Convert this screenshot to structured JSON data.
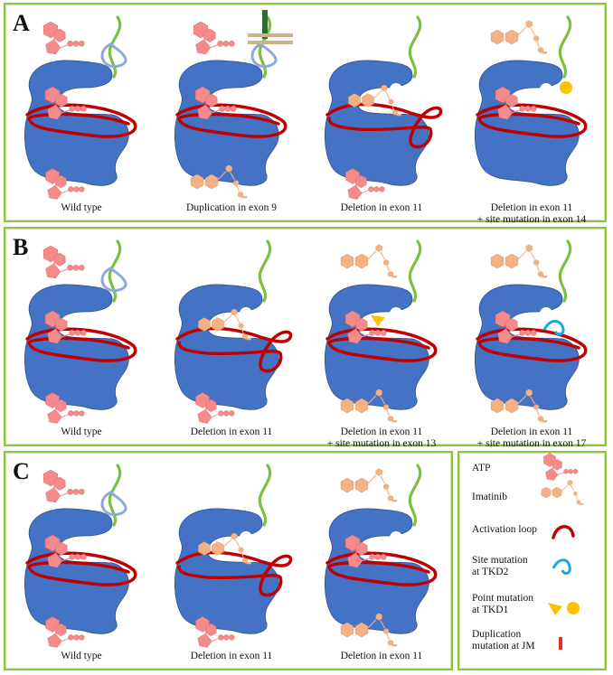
{
  "panels": {
    "A": {
      "letter": "A",
      "captions": [
        [
          "Wild type"
        ],
        [
          "Duplication in exon 9"
        ],
        [
          "Deletion in exon 11"
        ],
        [
          "Deletion in exon 11",
          "+ site mutation in exon 14"
        ]
      ]
    },
    "B": {
      "letter": "B",
      "captions": [
        [
          "Wild type"
        ],
        [
          "Deletion in exon 11"
        ],
        [
          "Deletion in exon 11",
          "+ site mutation in exon 13"
        ],
        [
          "Deletion in exon 11",
          "+ site mutation in exon 17"
        ]
      ]
    },
    "C": {
      "letter": "C",
      "captions": [
        [
          "Wild type"
        ],
        [
          "Deletion in exon 11"
        ],
        [
          "Deletion in exon 11"
        ]
      ]
    }
  },
  "legend": {
    "items": [
      [
        "ATP"
      ],
      [
        "Imatinib"
      ],
      [
        "Activation loop"
      ],
      [
        "Site mutation",
        "at TKD2"
      ],
      [
        "Point mutation",
        "at TKD1"
      ],
      [
        "Duplication",
        "mutation at JM"
      ]
    ]
  },
  "colors": {
    "kinase": "#4472c4",
    "activation_loop": "#c00000",
    "atp": "#f48a8a",
    "imatinib": "#f4b183",
    "juxtamembrane": "#7ac143",
    "site_mutation_tkd2": "#1ca7e0",
    "point_mutation_tkd1": "#ffc000",
    "duplication_jm": "#2e6b2e",
    "panel_border": "#8cc63f"
  }
}
